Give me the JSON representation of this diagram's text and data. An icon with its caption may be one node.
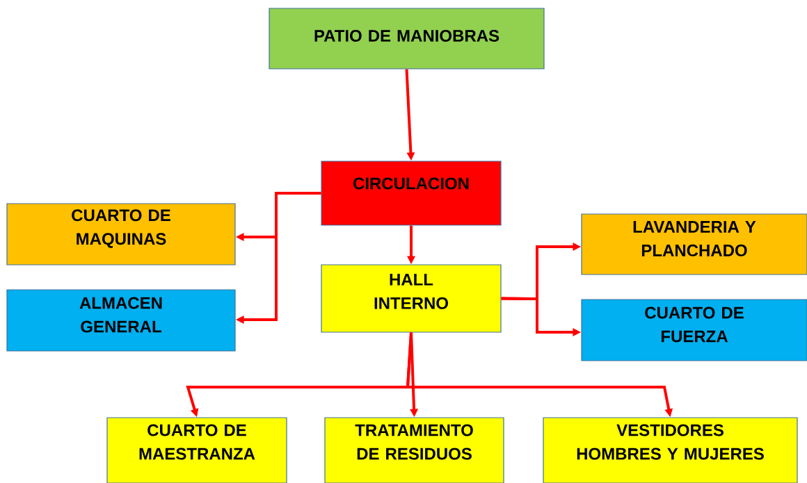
{
  "diagram": {
    "nodes": [
      {
        "text": [
          "PATIO DE MANIOBRAS"
        ]
      },
      {
        "text": [
          "CIRCULACION"
        ]
      },
      {
        "text": [
          "CUARTO DE MAQUINAS"
        ]
      },
      {
        "text": [
          "ALMACEN GENERAL"
        ]
      },
      {
        "text": [
          "HALL INTERNO"
        ]
      },
      {
        "text": [
          "LAVANDERIA Y PLANCHADO"
        ]
      },
      {
        "text": [
          "CUARTO DE FUERZA"
        ]
      },
      {
        "text": [
          "CUARTO DE MAESTRANZA"
        ]
      },
      {
        "text": [
          "TRATAMIENTO DE RESIDUOS"
        ]
      },
      {
        "text": [
          "VESTIDORES HOMBRES Y MUJERES"
        ]
      }
    ],
    "edges": [
      {
        "from": 0,
        "to": 1,
        "arrow": "to"
      },
      {
        "from": 1,
        "to": 2,
        "arrow": "to"
      },
      {
        "from": 1,
        "to": 3,
        "arrow": "to"
      },
      {
        "from": 1,
        "to": 4,
        "arrow": "to"
      },
      {
        "from": 4,
        "to": 5,
        "arrow": "to"
      },
      {
        "from": 4,
        "to": 6,
        "arrow": "to"
      },
      {
        "from": 4,
        "to": 7,
        "arrow": "to"
      },
      {
        "from": 4,
        "to": 8,
        "arrow": "to"
      },
      {
        "from": 4,
        "to": 9,
        "arrow": "to"
      }
    ]
  }
}
